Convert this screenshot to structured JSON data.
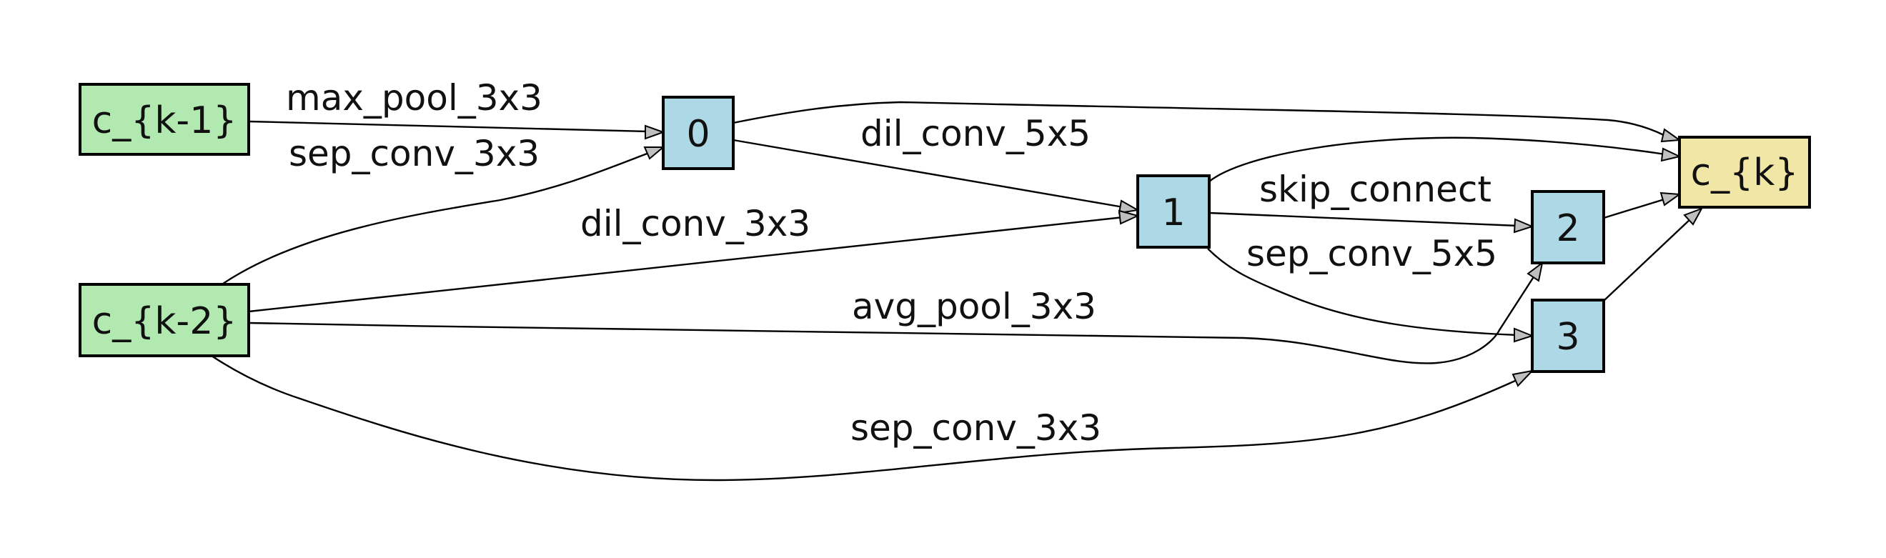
{
  "nodes": {
    "ck1": {
      "label": "c_{k-1}",
      "kind": "input"
    },
    "ck2": {
      "label": "c_{k-2}",
      "kind": "input"
    },
    "n0": {
      "label": "0",
      "kind": "intermediate"
    },
    "n1": {
      "label": "1",
      "kind": "intermediate"
    },
    "n2": {
      "label": "2",
      "kind": "intermediate"
    },
    "n3": {
      "label": "3",
      "kind": "intermediate"
    },
    "ck": {
      "label": "c_{k}",
      "kind": "output"
    }
  },
  "edges": [
    {
      "from": "c_{k-1}",
      "to": "0",
      "label": "max_pool_3x3"
    },
    {
      "from": "c_{k-2}",
      "to": "0",
      "label": "sep_conv_3x3"
    },
    {
      "from": "0",
      "to": "1",
      "label": "dil_conv_5x5"
    },
    {
      "from": "c_{k-2}",
      "to": "1",
      "label": "dil_conv_3x3"
    },
    {
      "from": "1",
      "to": "2",
      "label": "skip_connect"
    },
    {
      "from": "c_{k-2}",
      "to": "2",
      "label": "avg_pool_3x3"
    },
    {
      "from": "1",
      "to": "3",
      "label": "sep_conv_5x5"
    },
    {
      "from": "c_{k-2}",
      "to": "3",
      "label": "sep_conv_3x3"
    },
    {
      "from": "0",
      "to": "c_{k}",
      "label": ""
    },
    {
      "from": "1",
      "to": "c_{k}",
      "label": ""
    },
    {
      "from": "2",
      "to": "c_{k}",
      "label": ""
    },
    {
      "from": "3",
      "to": "c_{k}",
      "label": ""
    }
  ],
  "colors": {
    "input_fill": "#b2e9b0",
    "intermediate_fill": "#add8e6",
    "output_fill": "#f0e6a6",
    "edge_stroke": "#000000",
    "arrowhead_fill": "#bfbfbf"
  }
}
